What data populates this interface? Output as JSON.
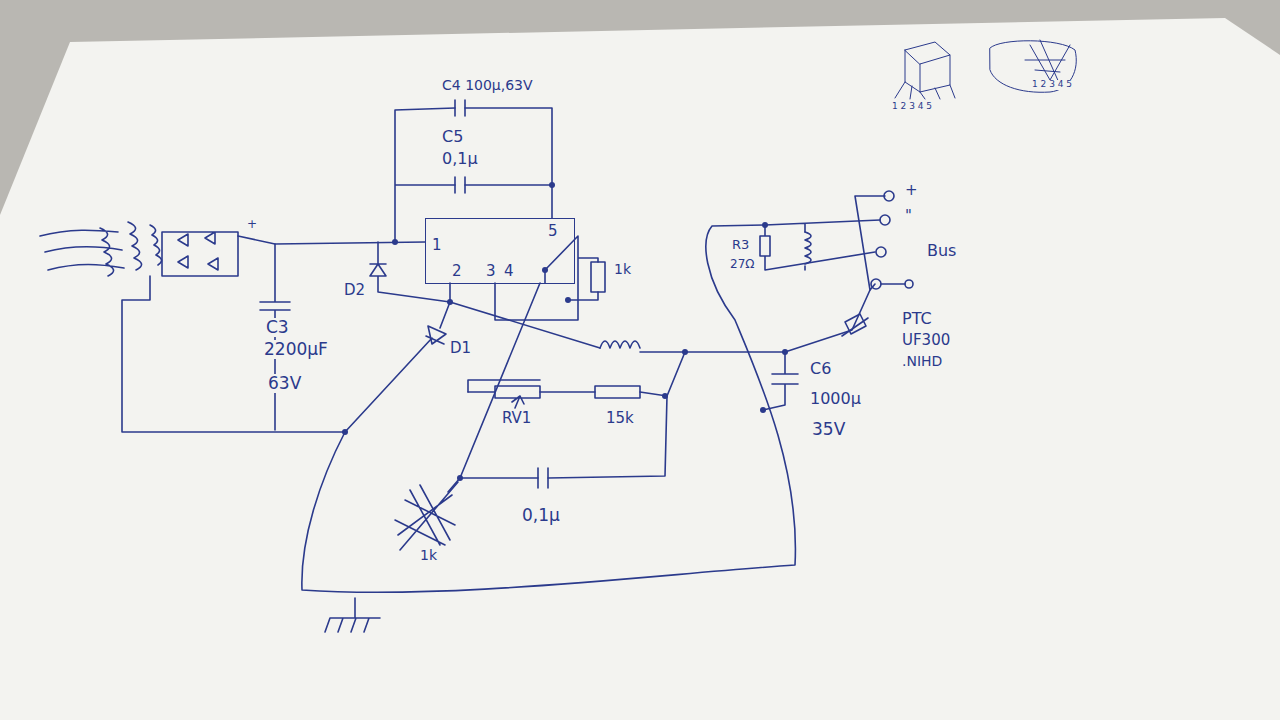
{
  "diagram": {
    "nodes": [
      {
        "text": [
          "1",
          "5",
          "2",
          "3",
          "4"
        ]
      }
    ],
    "labels": [
      "C4 100µ,63V",
      "C5",
      "0,1µ",
      "+",
      "C3",
      "2200µF",
      "63V",
      "D2",
      "D1",
      "1k",
      "RV1",
      "15k",
      "0,1µ",
      "1k",
      "R3",
      "27Ω",
      "PTC",
      "UF300",
      ".NIHD",
      "C6",
      "1000µ",
      "35V",
      "+",
      "\"",
      "Bus",
      "1 2 3 4 5",
      "1 2 3 4 5"
    ]
  }
}
